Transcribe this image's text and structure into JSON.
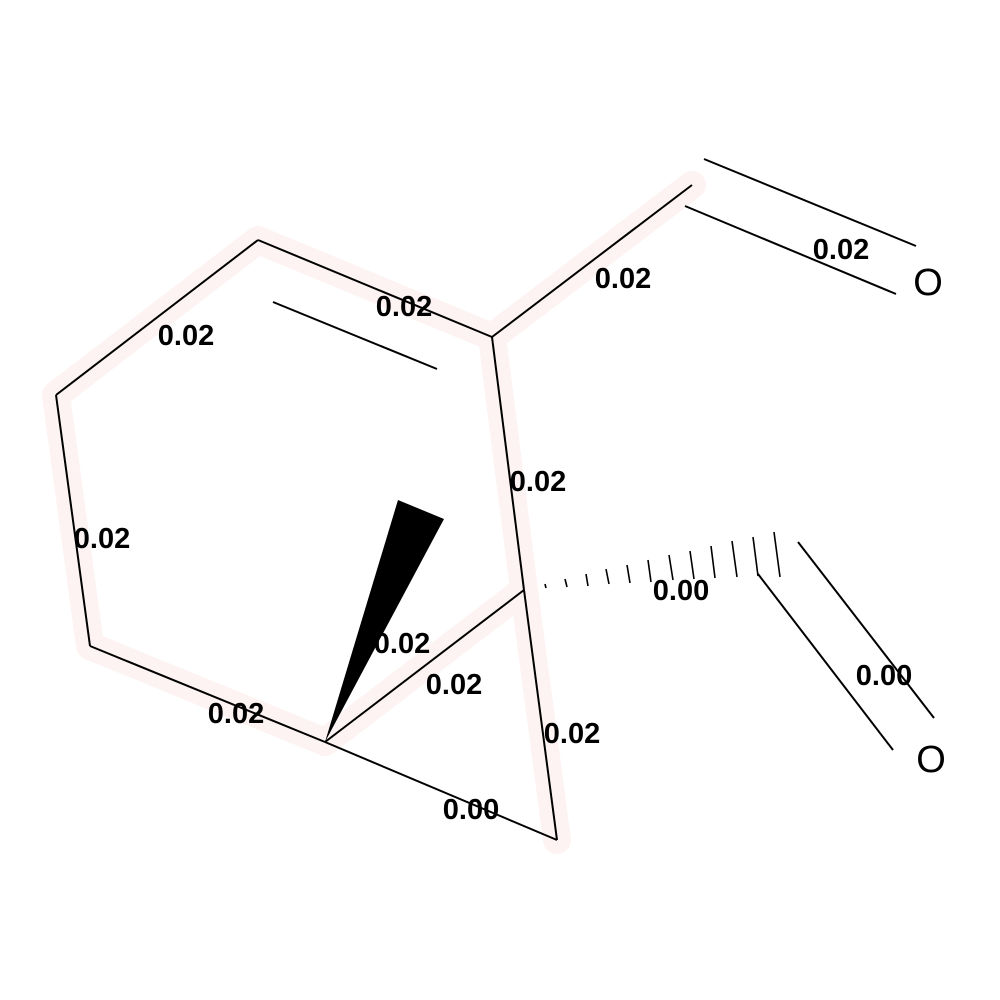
{
  "molecule": {
    "atoms": {
      "O1": "O",
      "O2": "O"
    },
    "bond_labels": {
      "b_c4_c5": "0.02",
      "b_c5_c6": "0.02",
      "b_c3_c4": "0.02",
      "b_c2_c3": "0.02",
      "b_c6_c7": "0.02",
      "b_c1_c2": "0.02",
      "b_c7_c1": "0.02",
      "b_c8_c6": "0.02",
      "b_c8_o1": "0.02",
      "b_c9_c1": "0.00",
      "b_c9_o2": "0.00",
      "b_c2_c10": "0.00",
      "b_c10_c1": "0.02"
    }
  }
}
